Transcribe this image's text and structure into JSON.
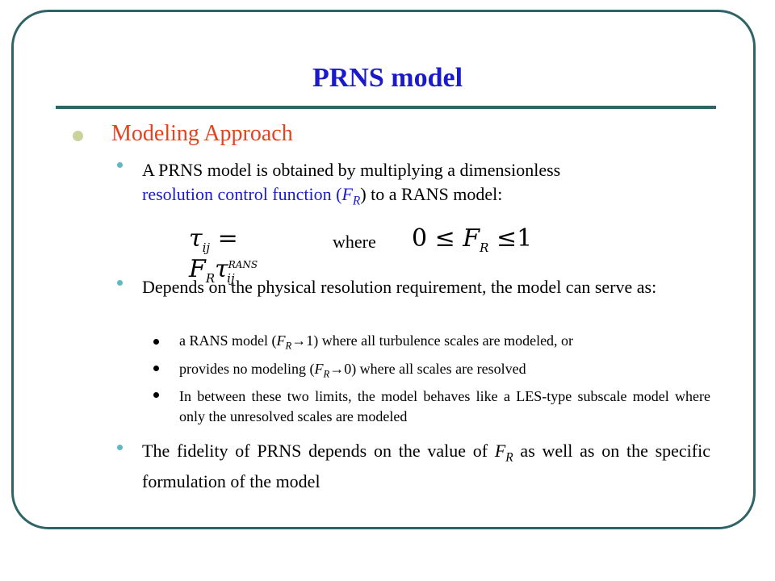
{
  "slide": {
    "title": "PRNS model",
    "heading": "Modeling Approach",
    "p1_a": "A PRNS model is obtained by multiplying a dimensionless",
    "p1_blue": "resolution control function (",
    "p1_F": "F",
    "p1_R": "R",
    "p1_close": ")",
    "p1_b": " to a RANS model:",
    "eq_tau": "τ",
    "eq_ij": "ij",
    "eq_eq": " = ",
    "eq_F": "F",
    "eq_R": "R",
    "eq_rans": "RANS",
    "where": "where",
    "eq2_lhs": "0 ≤ ",
    "eq2_rhs": " ≤1",
    "p2": "Depends on the physical resolution requirement, the model can serve as:",
    "s1_a": "a RANS model (",
    "s1_b": "→1) where all turbulence scales are modeled, or",
    "s2_a": "provides no modeling (",
    "s2_b": "→0) where all scales are resolved",
    "s3": "In between these two limits, the model behaves like a LES-type subscale model where only the unresolved scales are modeled",
    "p3_a": "The fidelity of PRNS depends on the value of ",
    "p3_b": " as well as on the specific formulation of the model"
  },
  "colors": {
    "title": "#1a1acc",
    "heading": "#e2441b",
    "frame": "#2f6466"
  }
}
